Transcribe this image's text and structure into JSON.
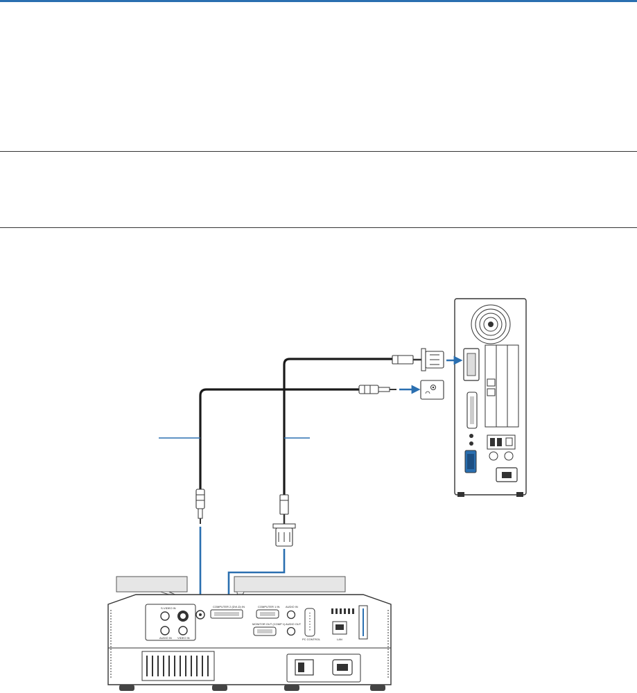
{
  "colors": {
    "accent_blue": "#2a6fb0",
    "cable": "#1a1a1a",
    "device_line": "#333333",
    "callout_fill": "#e6e6e6"
  },
  "projector_panel": {
    "s_video_in": "S-VIDEO IN",
    "video_in": "VIDEO IN",
    "audio_in_left": "AUDIO IN",
    "computer2_dvi_d_in": "COMPUTER 2 (DVI-D) IN",
    "computer1_in": "COMPUTER 1 IN",
    "audio_in_right": "AUDIO IN",
    "monitor_out_comp1": "MONITOR OUT (COMP 1)",
    "audio_out": "AUDIO OUT",
    "pc_control": "PC CONTROL",
    "lan": "LAN"
  }
}
